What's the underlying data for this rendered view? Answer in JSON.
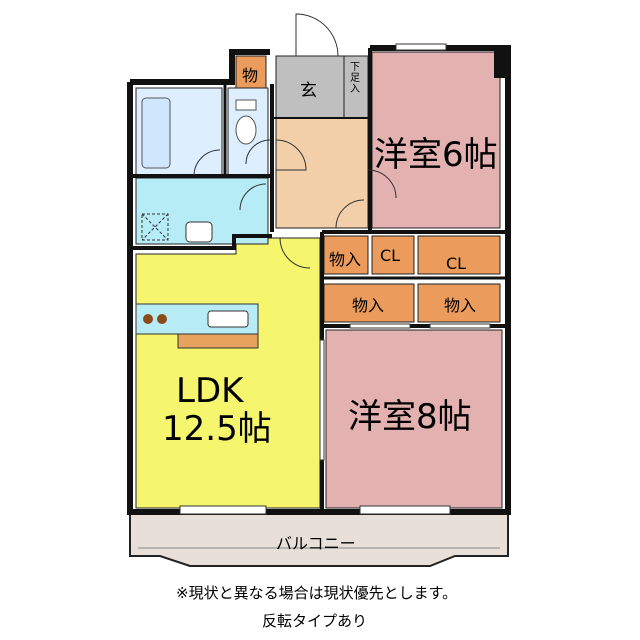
{
  "rooms": {
    "ldk": {
      "line1": "LDK",
      "line2": "12.5帖"
    },
    "western6": "洋室6帖",
    "western8": "洋室8帖",
    "entrance": "玄",
    "shoe_box": "下足入",
    "storage_small": "物",
    "closet_a": "物入",
    "closet_b": "CL",
    "closet_c": "CL",
    "closet_d": "物入",
    "closet_e": "物入",
    "balcony": "バルコニー"
  },
  "notes": {
    "disclaimer": "※現状と異なる場合は現状優先とします。",
    "reversed": "反転タイプあり"
  },
  "colors": {
    "ldk": "#f5f56e",
    "western": "#e4b1b1",
    "hall": "#f2cfa8",
    "wet": "#ddeeff",
    "washroom": "#b6ecf5",
    "storage": "#eb9b5b",
    "entrance": "#bfbfbf",
    "balcony": "#e8e0d8",
    "wall": "#111111"
  }
}
